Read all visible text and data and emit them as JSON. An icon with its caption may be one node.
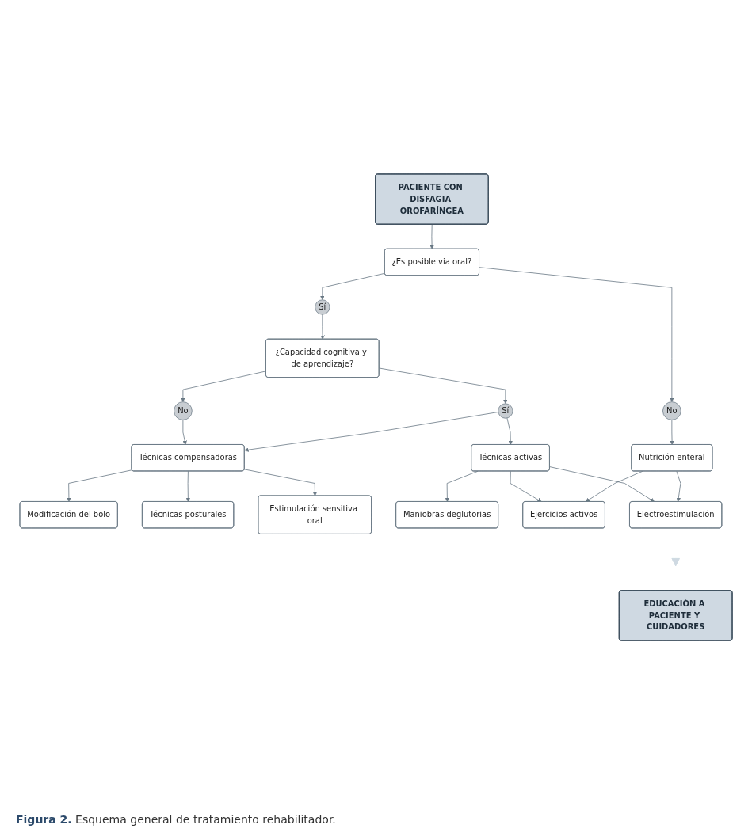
{
  "diagram": {
    "caption": "**Figura 2.** Esquema general de tratamiento rehabilitador.",
    "nodes": [
      {
        "text": [
          "PACIENTE CON DISFAGIA OROFARÍNGEA"
        ]
      },
      {
        "text": [
          "¿Es posible via oral?"
        ]
      },
      {
        "text": [
          "Sí"
        ]
      },
      {
        "text": [
          "No"
        ]
      },
      {
        "text": [
          "Nutrición enteral"
        ]
      },
      {
        "text": [
          "¿Capacidad cognitiva y de aprendizaje?"
        ]
      },
      {
        "text": [
          "No"
        ]
      },
      {
        "text": [
          "Sí"
        ]
      },
      {
        "text": [
          "Técnicas compensadoras"
        ]
      },
      {
        "text": [
          "Técnicas activas"
        ]
      },
      {
        "text": [
          "Modificación del bolo"
        ]
      },
      {
        "text": [
          "Técnicas posturales"
        ]
      },
      {
        "text": [
          "Estimulación sensitiva oral"
        ]
      },
      {
        "text": [
          "Maniobras deglutorias"
        ]
      },
      {
        "text": [
          "Ejercicios activos"
        ]
      },
      {
        "text": [
          "Electroestimulación"
        ]
      },
      {
        "text": [],
        "shape": "triangle"
      },
      {
        "text": [
          "EDUCACIÓN A PACIENTE Y CUIDADORES"
        ]
      }
    ],
    "edges": [
      {
        "from": 0,
        "to": 1,
        "arrow": "to"
      },
      {
        "from": 1,
        "to": 2,
        "arrow": "to"
      },
      {
        "from": 1,
        "to": 3,
        "arrow": "to"
      },
      {
        "from": 3,
        "to": 4,
        "arrow": "to"
      },
      {
        "from": 2,
        "to": 5,
        "arrow": "to"
      },
      {
        "from": 5,
        "to": 6,
        "arrow": "to"
      },
      {
        "from": 5,
        "to": 7,
        "arrow": "to"
      },
      {
        "from": 6,
        "to": 8,
        "arrow": "to"
      },
      {
        "from": 7,
        "to": 8,
        "arrow": "to"
      },
      {
        "from": 7,
        "to": 9,
        "arrow": "to"
      },
      {
        "from": 8,
        "to": 10,
        "arrow": "to"
      },
      {
        "from": 8,
        "to": 11,
        "arrow": "to"
      },
      {
        "from": 8,
        "to": 12,
        "arrow": "to"
      },
      {
        "from": 9,
        "to": 13,
        "arrow": "to"
      },
      {
        "from": 9,
        "to": 14,
        "arrow": "to"
      },
      {
        "from": 9,
        "to": 15,
        "arrow": "to"
      },
      {
        "from": 4,
        "to": 14,
        "arrow": "to"
      },
      {
        "from": 4,
        "to": 15,
        "arrow": "to"
      }
    ]
  }
}
